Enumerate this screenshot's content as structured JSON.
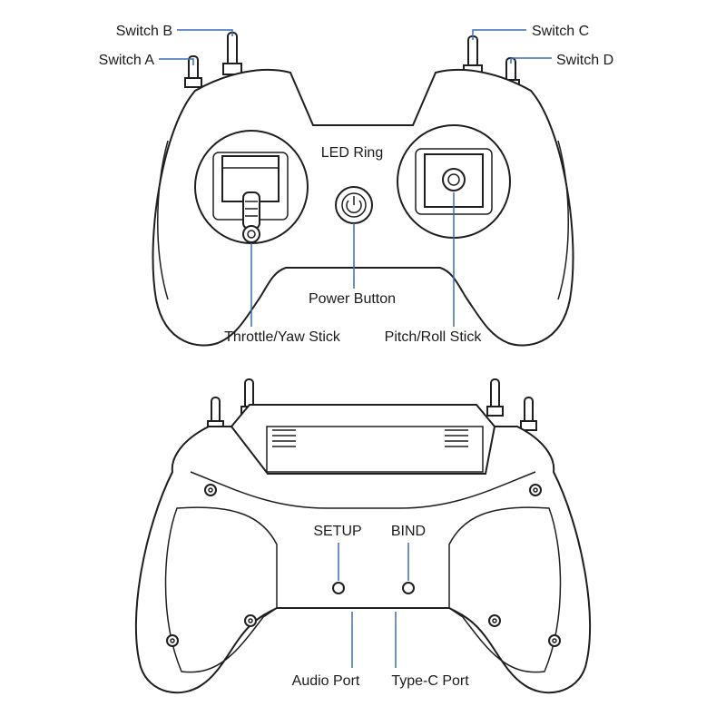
{
  "front_view": {
    "labels": {
      "switch_a": "Switch A",
      "switch_b": "Switch B",
      "switch_c": "Switch C",
      "switch_d": "Switch D",
      "led_ring": "LED Ring",
      "power_button": "Power Button",
      "throttle_yaw_stick": "Throttle/Yaw Stick",
      "pitch_roll_stick": "Pitch/Roll Stick"
    }
  },
  "back_view": {
    "labels": {
      "setup": "SETUP",
      "bind": "BIND",
      "audio_port": "Audio Port",
      "type_c_port": "Type-C Port"
    }
  },
  "colors": {
    "outline": "#1f1f1f",
    "leader_line": "#3b6bb5",
    "background": "#ffffff"
  },
  "icons": [
    "power-icon"
  ]
}
